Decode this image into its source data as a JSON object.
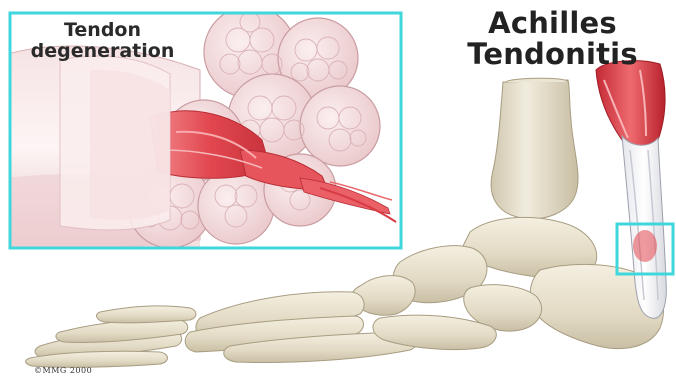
{
  "title": {
    "line1": "Achilles",
    "line2": "Tendonitis"
  },
  "inset": {
    "label_line1": "Tendon",
    "label_line2": "degeneration"
  },
  "copyright": "©MMG 2000",
  "colors": {
    "highlight_box": "#3fd6dc",
    "bone": "#e8e2cf",
    "tendon_fiber": "#f2d9da",
    "inflamed": "#e2474f"
  }
}
